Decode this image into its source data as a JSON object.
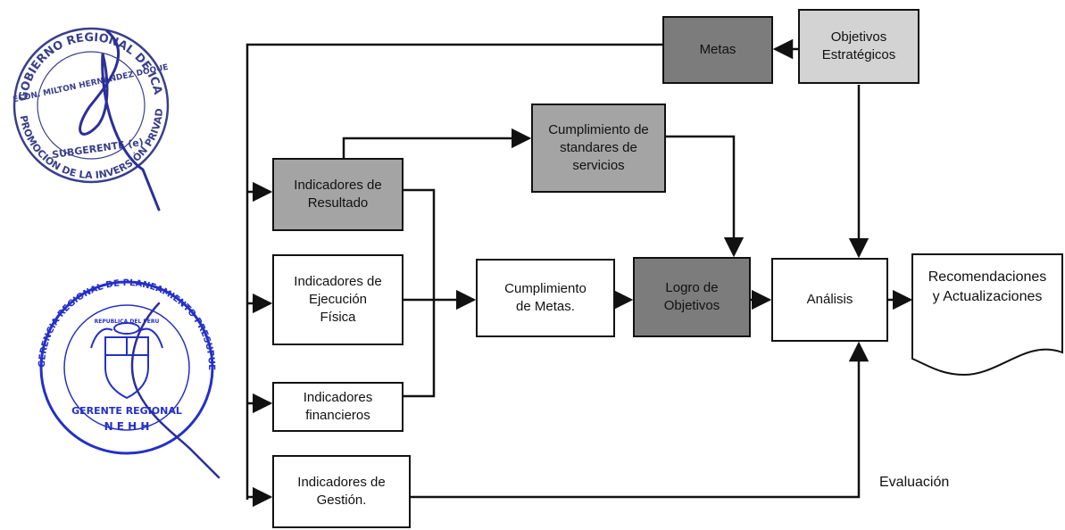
{
  "diagram": {
    "boxes": {
      "metas": "Metas",
      "objetivos_estrategicos": "Objetivos\nEstratégicos",
      "cumplimiento_standares": "Cumplimiento de\nstandares de\nservicios",
      "indicadores_resultado": "Indicadores de\nResultado",
      "indicadores_ejecucion": "Indicadores de\nEjecución\nFísica",
      "indicadores_financieros": "Indicadores\nfinancieros",
      "indicadores_gestion": "Indicadores de\nGestión.",
      "cumplimiento_metas": "Cumplimiento\nde Metas.",
      "logro_objetivos": "Logro de\nObjetivos",
      "analisis": "Análisis",
      "recomendaciones": "Recomendaciones\ny Actualizaciones"
    },
    "labels": {
      "evaluacion": "Evaluación"
    }
  },
  "stamps": {
    "top": {
      "outer_text": "GOBIERNO REGIONAL DE ICA",
      "inner_text": "ECON. MILTON HERNANDEZ DOQUE",
      "role_text": "SUBGERENTE (e)",
      "bottom_text": "PROMOCIÓN DE LA INVERSIÓN PRIVADA"
    },
    "bottom": {
      "outer_text": "GERENCIA REGIONAL DE PLANEAMIENTO PRESUPUESTO Y ACON. TERRIT.",
      "role_text": "GERENTE REGIONAL",
      "initials": "N E H H",
      "shield_text": "REPUBLICA DEL PERU"
    }
  },
  "colors": {
    "line": "#111111",
    "white_box": "#ffffff",
    "light_box": "#d3d3d3",
    "mid_box": "#a4a4a4",
    "dark_box": "#7c7c7c",
    "stamp_top": "#3a3f8a",
    "stamp_bottom": "#2430c8"
  }
}
